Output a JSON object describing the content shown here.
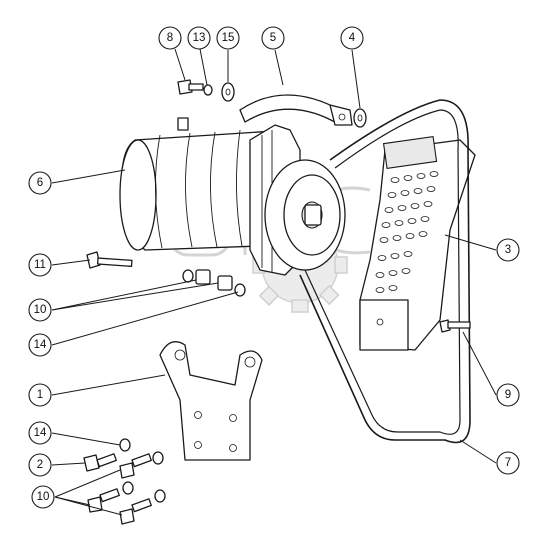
{
  "diagram": {
    "callouts": [
      {
        "id": "c8",
        "label": "8"
      },
      {
        "id": "c13",
        "label": "13"
      },
      {
        "id": "c15",
        "label": "15"
      },
      {
        "id": "c5",
        "label": "5"
      },
      {
        "id": "c4",
        "label": "4"
      },
      {
        "id": "c6",
        "label": "6"
      },
      {
        "id": "c3",
        "label": "3"
      },
      {
        "id": "c11",
        "label": "11"
      },
      {
        "id": "c10a",
        "label": "10"
      },
      {
        "id": "c14a",
        "label": "14"
      },
      {
        "id": "c9",
        "label": "9"
      },
      {
        "id": "c1",
        "label": "1"
      },
      {
        "id": "c14b",
        "label": "14"
      },
      {
        "id": "c2",
        "label": "2"
      },
      {
        "id": "c7",
        "label": "7"
      },
      {
        "id": "c10b",
        "label": "10"
      }
    ],
    "colors": {
      "line": "#1a1a1a",
      "watermark": "#d4d4d4"
    }
  }
}
